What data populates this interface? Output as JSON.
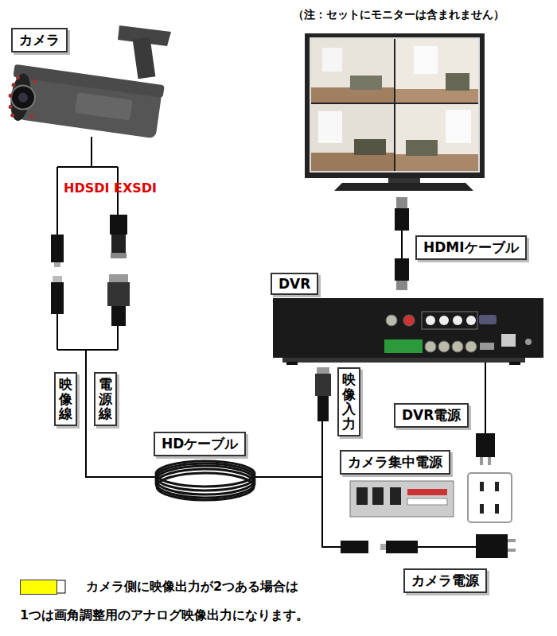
{
  "diagram": {
    "nodes": [
      {
        "text": [
          "カメラ"
        ]
      },
      {
        "text": [
          "HDMIケーブル"
        ]
      },
      {
        "text": [
          "DVR"
        ]
      },
      {
        "text": [
          "映像線"
        ]
      },
      {
        "text": [
          "電源線"
        ]
      },
      {
        "text": [
          "映像入力"
        ]
      },
      {
        "text": [
          "DVR電源"
        ]
      },
      {
        "text": [
          "HDケーブル"
        ]
      },
      {
        "text": [
          "カメラ集中電源"
        ]
      },
      {
        "text": [
          "カメラ電源"
        ]
      }
    ],
    "labels": [
      "（注：セットにモニターは含まれません）",
      "HDSDI EXSDI",
      "1つは画角調整用のアナログ映像出力になります。"
    ],
    "legend": [
      {
        "text": "カメラ側に映像出力が2つある場合は",
        "color": "#ffff00"
      }
    ]
  }
}
